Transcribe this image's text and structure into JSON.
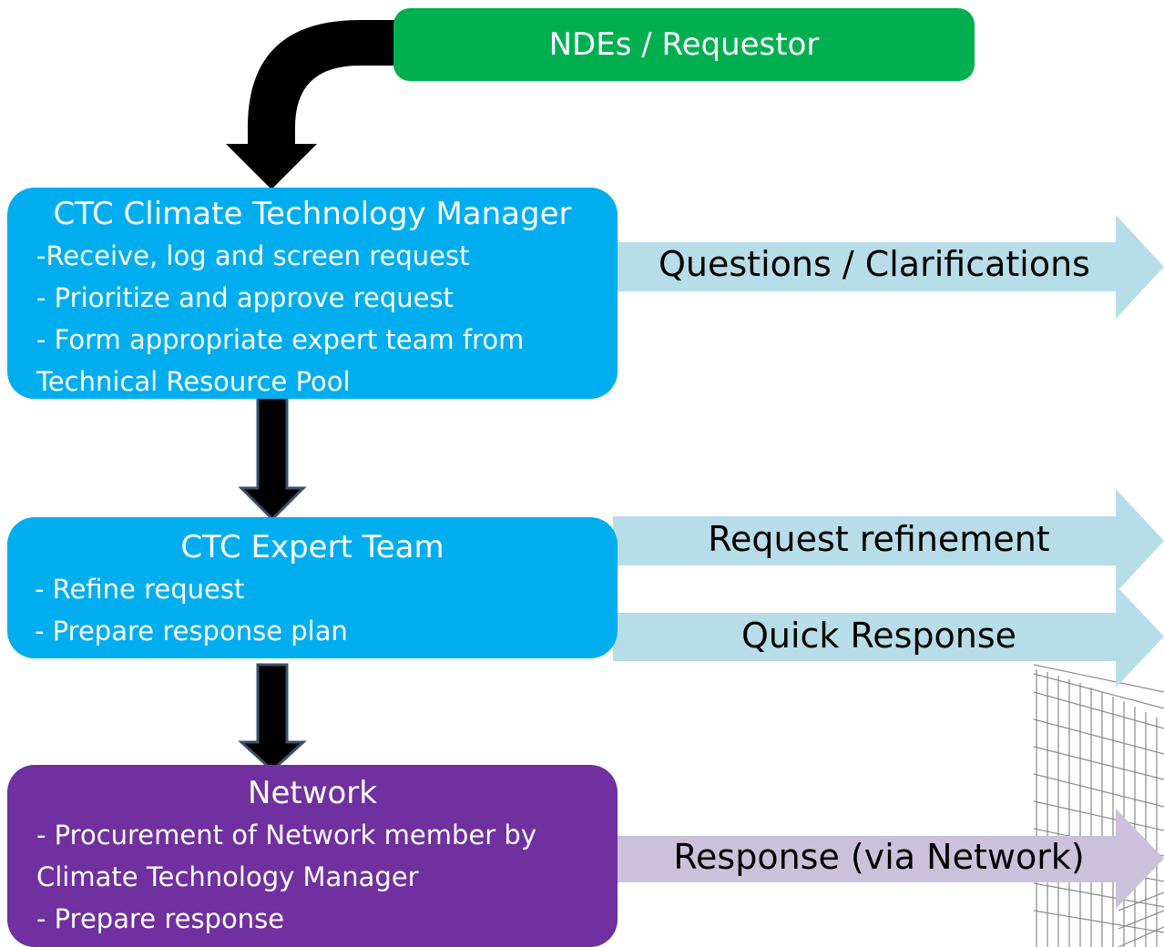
{
  "requestor": {
    "label": "NDEs / Requestor"
  },
  "manager": {
    "title": "CTC Climate Technology Manager",
    "lines": [
      "-Receive, log and screen request",
      "- Prioritize and approve request",
      "- Form appropriate expert team from",
      "Technical Resource Pool"
    ]
  },
  "expert_team": {
    "title": "CTC Expert Team",
    "lines": [
      "- Refine request",
      "- Prepare response plan"
    ]
  },
  "network": {
    "title": "Network",
    "lines": [
      "- Procurement of Network member by",
      "Climate Technology Manager",
      "- Prepare response"
    ]
  },
  "outputs": {
    "questions": "Questions / Clarifications",
    "refinement": "Request refinement",
    "quick": "Quick Response",
    "network_response": "Response (via Network)"
  },
  "colors": {
    "requestor": "#00b050",
    "ctc": "#00aeef",
    "network": "#7030a0",
    "arrow_blue": "#b7dde8",
    "arrow_purple": "#ccc1da",
    "arrow_dark": "#000000"
  }
}
